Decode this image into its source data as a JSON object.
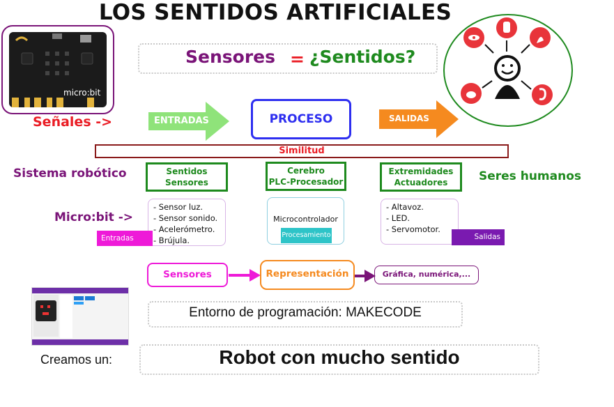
{
  "title": "LOS SENTIDOS ARTIFICIALES",
  "banner": {
    "left": "Sensores",
    "equals": "=",
    "right": "¿Sentidos?"
  },
  "microbit_board": {
    "label": "micro:bit"
  },
  "flow": {
    "signals_label": "Señales ->",
    "input": "ENTRADAS",
    "process": "PROCESO",
    "output": "SALIDAS",
    "similarity": "Similitud"
  },
  "rows": {
    "robot_label": "Sistema robótico",
    "human_label": "Seres humanos",
    "microbit_label": "Micro:bit ->"
  },
  "categories": [
    {
      "line1": "Sentidos",
      "line2": "Sensores"
    },
    {
      "line1": "Cerebro",
      "line2": "PLC-Procesador"
    },
    {
      "line1": "Extremidades",
      "line2": "Actuadores"
    }
  ],
  "inputs_list": [
    "- Sensor luz.",
    "- Sensor sonido.",
    "- Acelerómetro.",
    "- Brújula."
  ],
  "inputs_tag": "Entradas",
  "processor": {
    "name": "Microcontrolador",
    "tag": "Procesamiento"
  },
  "outputs_list": [
    "- Altavoz.",
    "- LED.",
    "- Servomotor."
  ],
  "outputs_tag": "Salidas",
  "pipeline": {
    "step1": "Sensores",
    "step2": "Representación",
    "step3": "Gráfica, numérica,..."
  },
  "environment": "Entorno de programación: MAKECODE",
  "closing": {
    "lead": "Creamos un:",
    "statement": "Robot con mucho sentido"
  },
  "colors": {
    "purple": "#7a1478",
    "green": "#1e8a1e",
    "red": "#ea1c24",
    "magenta": "#ee1ad8",
    "orange": "#f58a1f",
    "light_green": "#8fe37a",
    "blue": "#2d2ef0"
  }
}
